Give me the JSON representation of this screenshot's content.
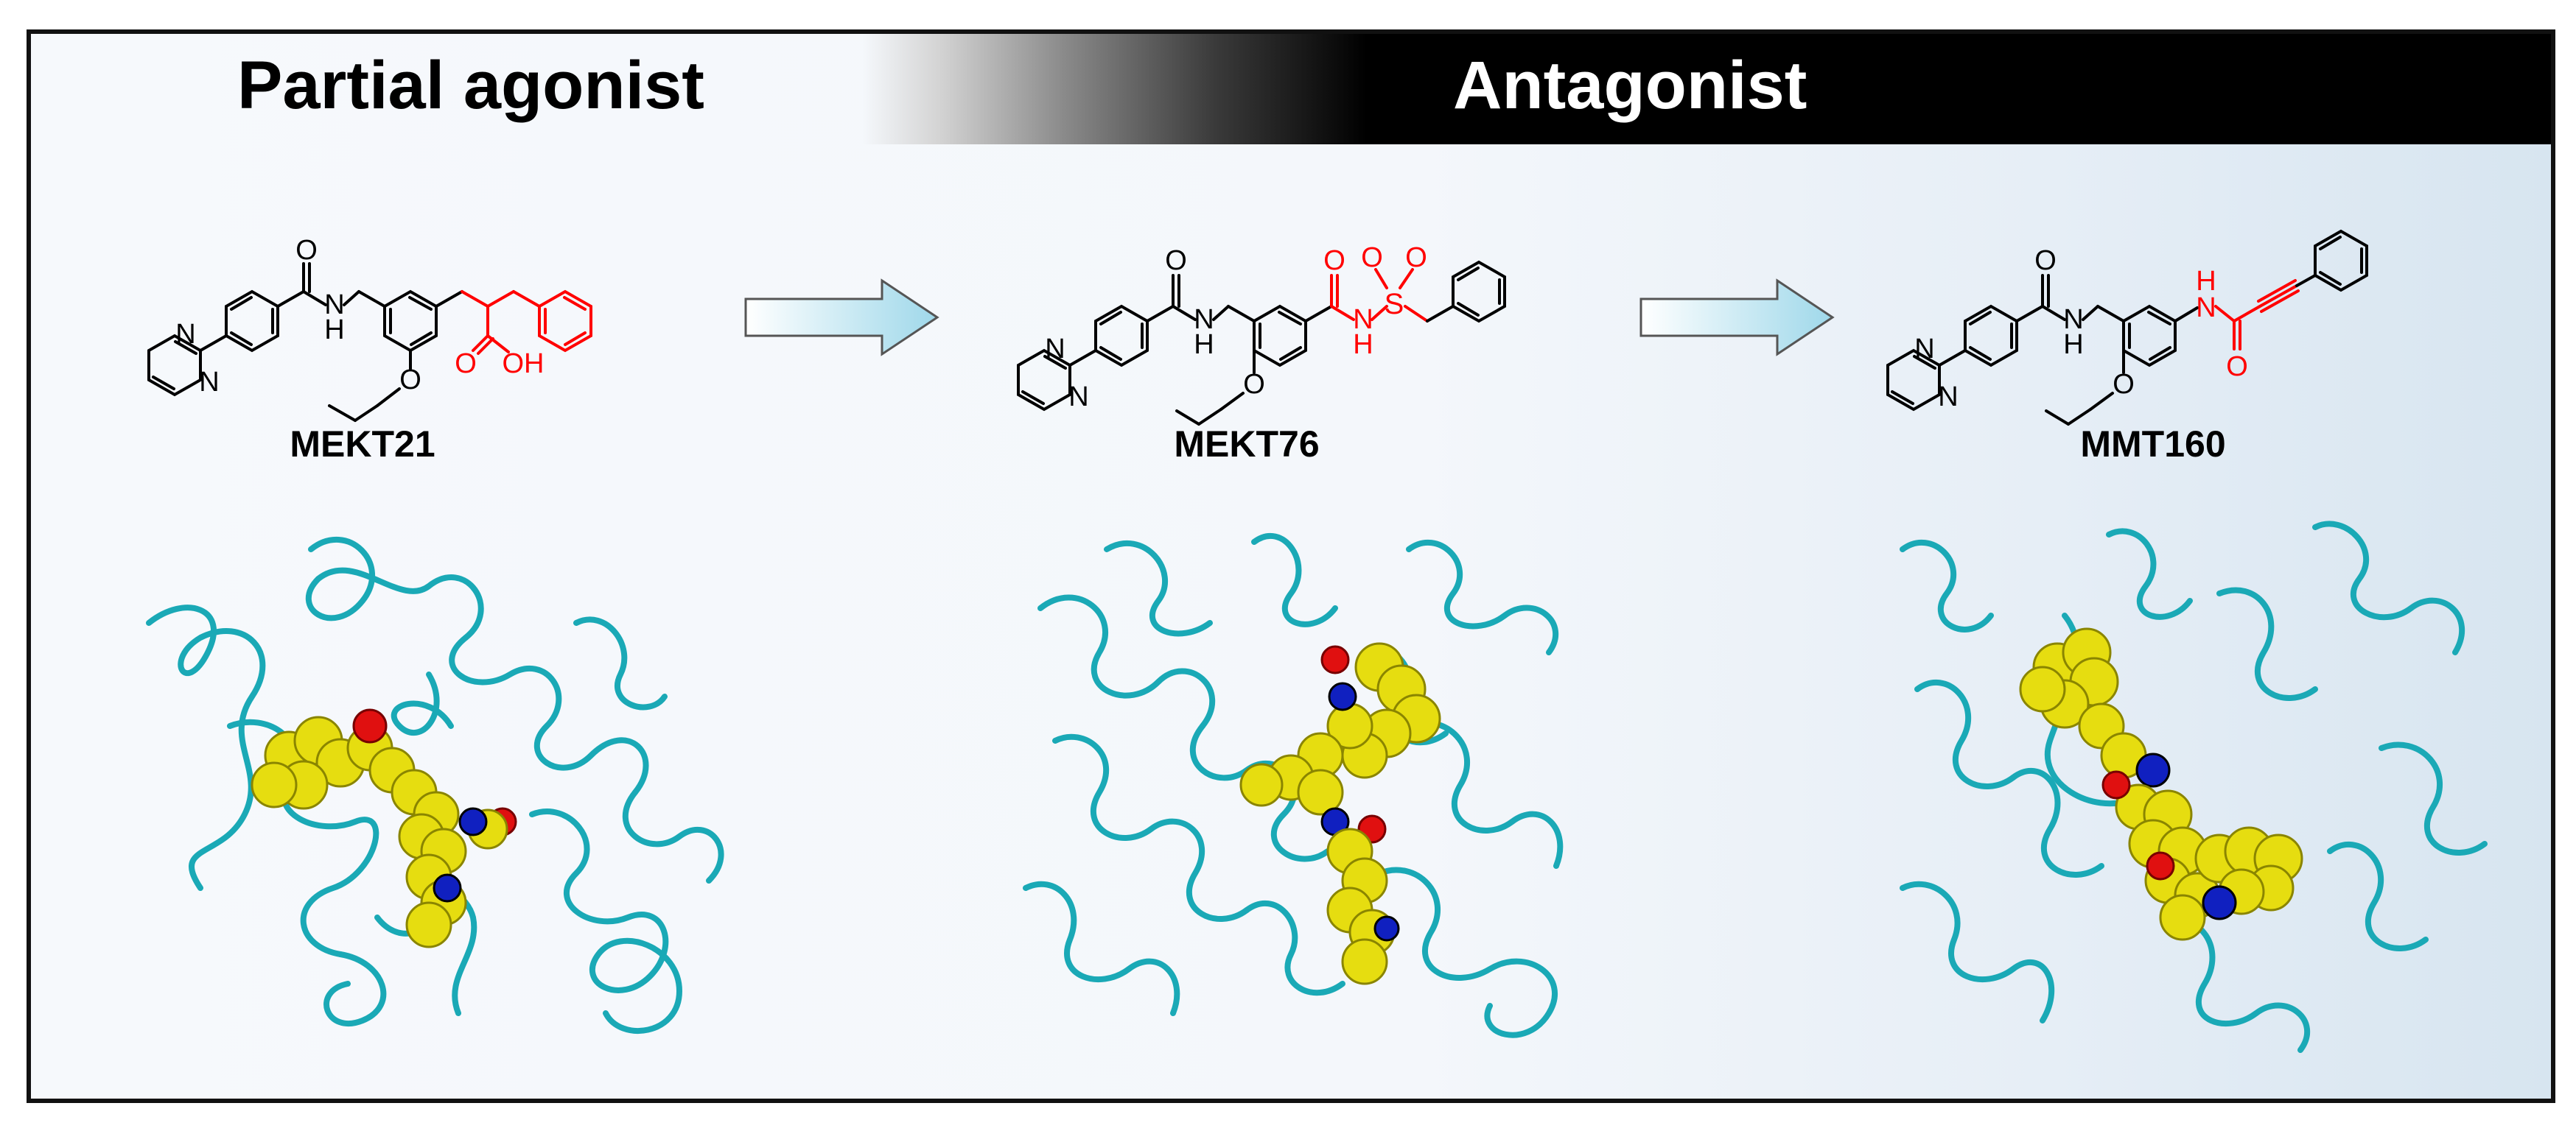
{
  "banner": {
    "left_label": "Partial agonist",
    "right_label": "Antagonist"
  },
  "compounds": [
    {
      "name": "MEKT21"
    },
    {
      "name": "MEKT76"
    },
    {
      "name": "MMT160"
    }
  ],
  "atom_labels": {
    "N": "N",
    "O": "O",
    "H": "H",
    "S": "S",
    "OH": "OH"
  },
  "colors": {
    "protein_ribbon": "#1aa9b6",
    "ligand_carbon": "#e6dd10",
    "ligand_oxygen": "#e01010",
    "ligand_nitrogen": "#1020c0",
    "modified_group": "#ff0000",
    "banner_dark": "#000000"
  }
}
